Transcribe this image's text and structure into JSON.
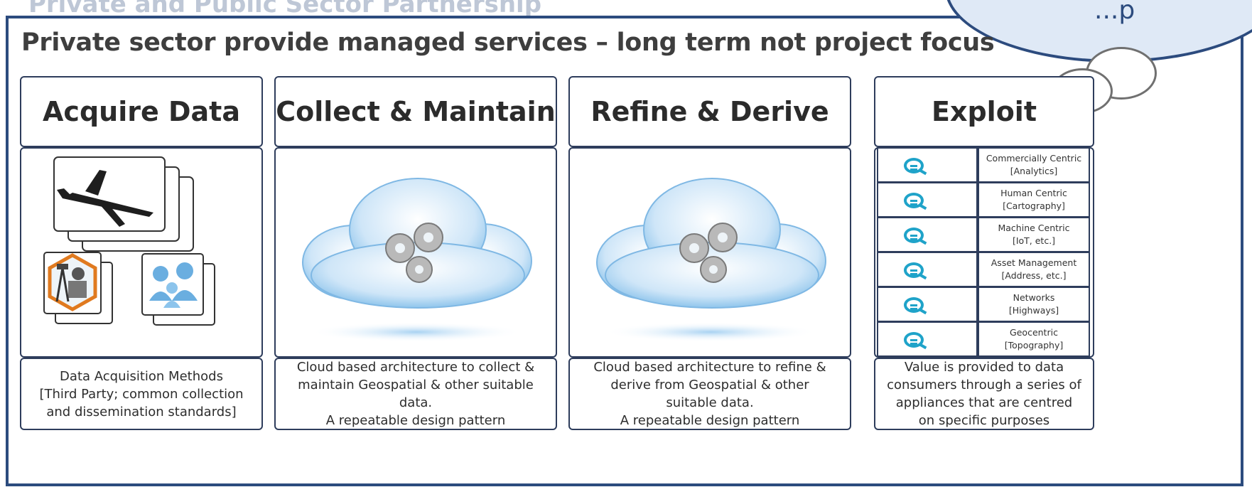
{
  "overlay": {
    "cut_heading": "Private and Public Sector Partnership",
    "bubble_text": "...p"
  },
  "title": "Private sector provide managed services – long term not project focus",
  "columns": [
    {
      "header": "Acquire Data",
      "footer_lines": [
        "Data Acquisition Methods",
        "[Third Party; common collection",
        "and dissemination standards]"
      ]
    },
    {
      "header": "Collect & Maintain",
      "footer_lines": [
        "Cloud based architecture to collect &",
        "maintain Geospatial & other suitable",
        "data.",
        "A repeatable design pattern"
      ]
    },
    {
      "header": "Refine & Derive",
      "footer_lines": [
        "Cloud based architecture to refine &",
        "derive from Geospatial & other",
        "suitable data.",
        "A repeatable design pattern"
      ]
    },
    {
      "header": "Exploit",
      "footer_lines": [
        "Value is provided to data",
        "consumers through a series of",
        "appliances that are centred",
        "on specific purposes"
      ]
    }
  ],
  "exploit_items": [
    {
      "name": "Commercially Centric",
      "sub": "[Analytics]"
    },
    {
      "name": "Human Centric",
      "sub": "[Cartography]"
    },
    {
      "name": "Machine Centric",
      "sub": "[IoT, etc.]"
    },
    {
      "name": "Asset Management",
      "sub": "[Address, etc.]"
    },
    {
      "name": "Networks",
      "sub": "[Highways]"
    },
    {
      "name": "Geocentric",
      "sub": "[Topography]"
    }
  ],
  "colors": {
    "frame": "#2c4b7e",
    "accent": "#1fa3c9",
    "orange": "#e07a1f",
    "people": "#6aaee0"
  }
}
